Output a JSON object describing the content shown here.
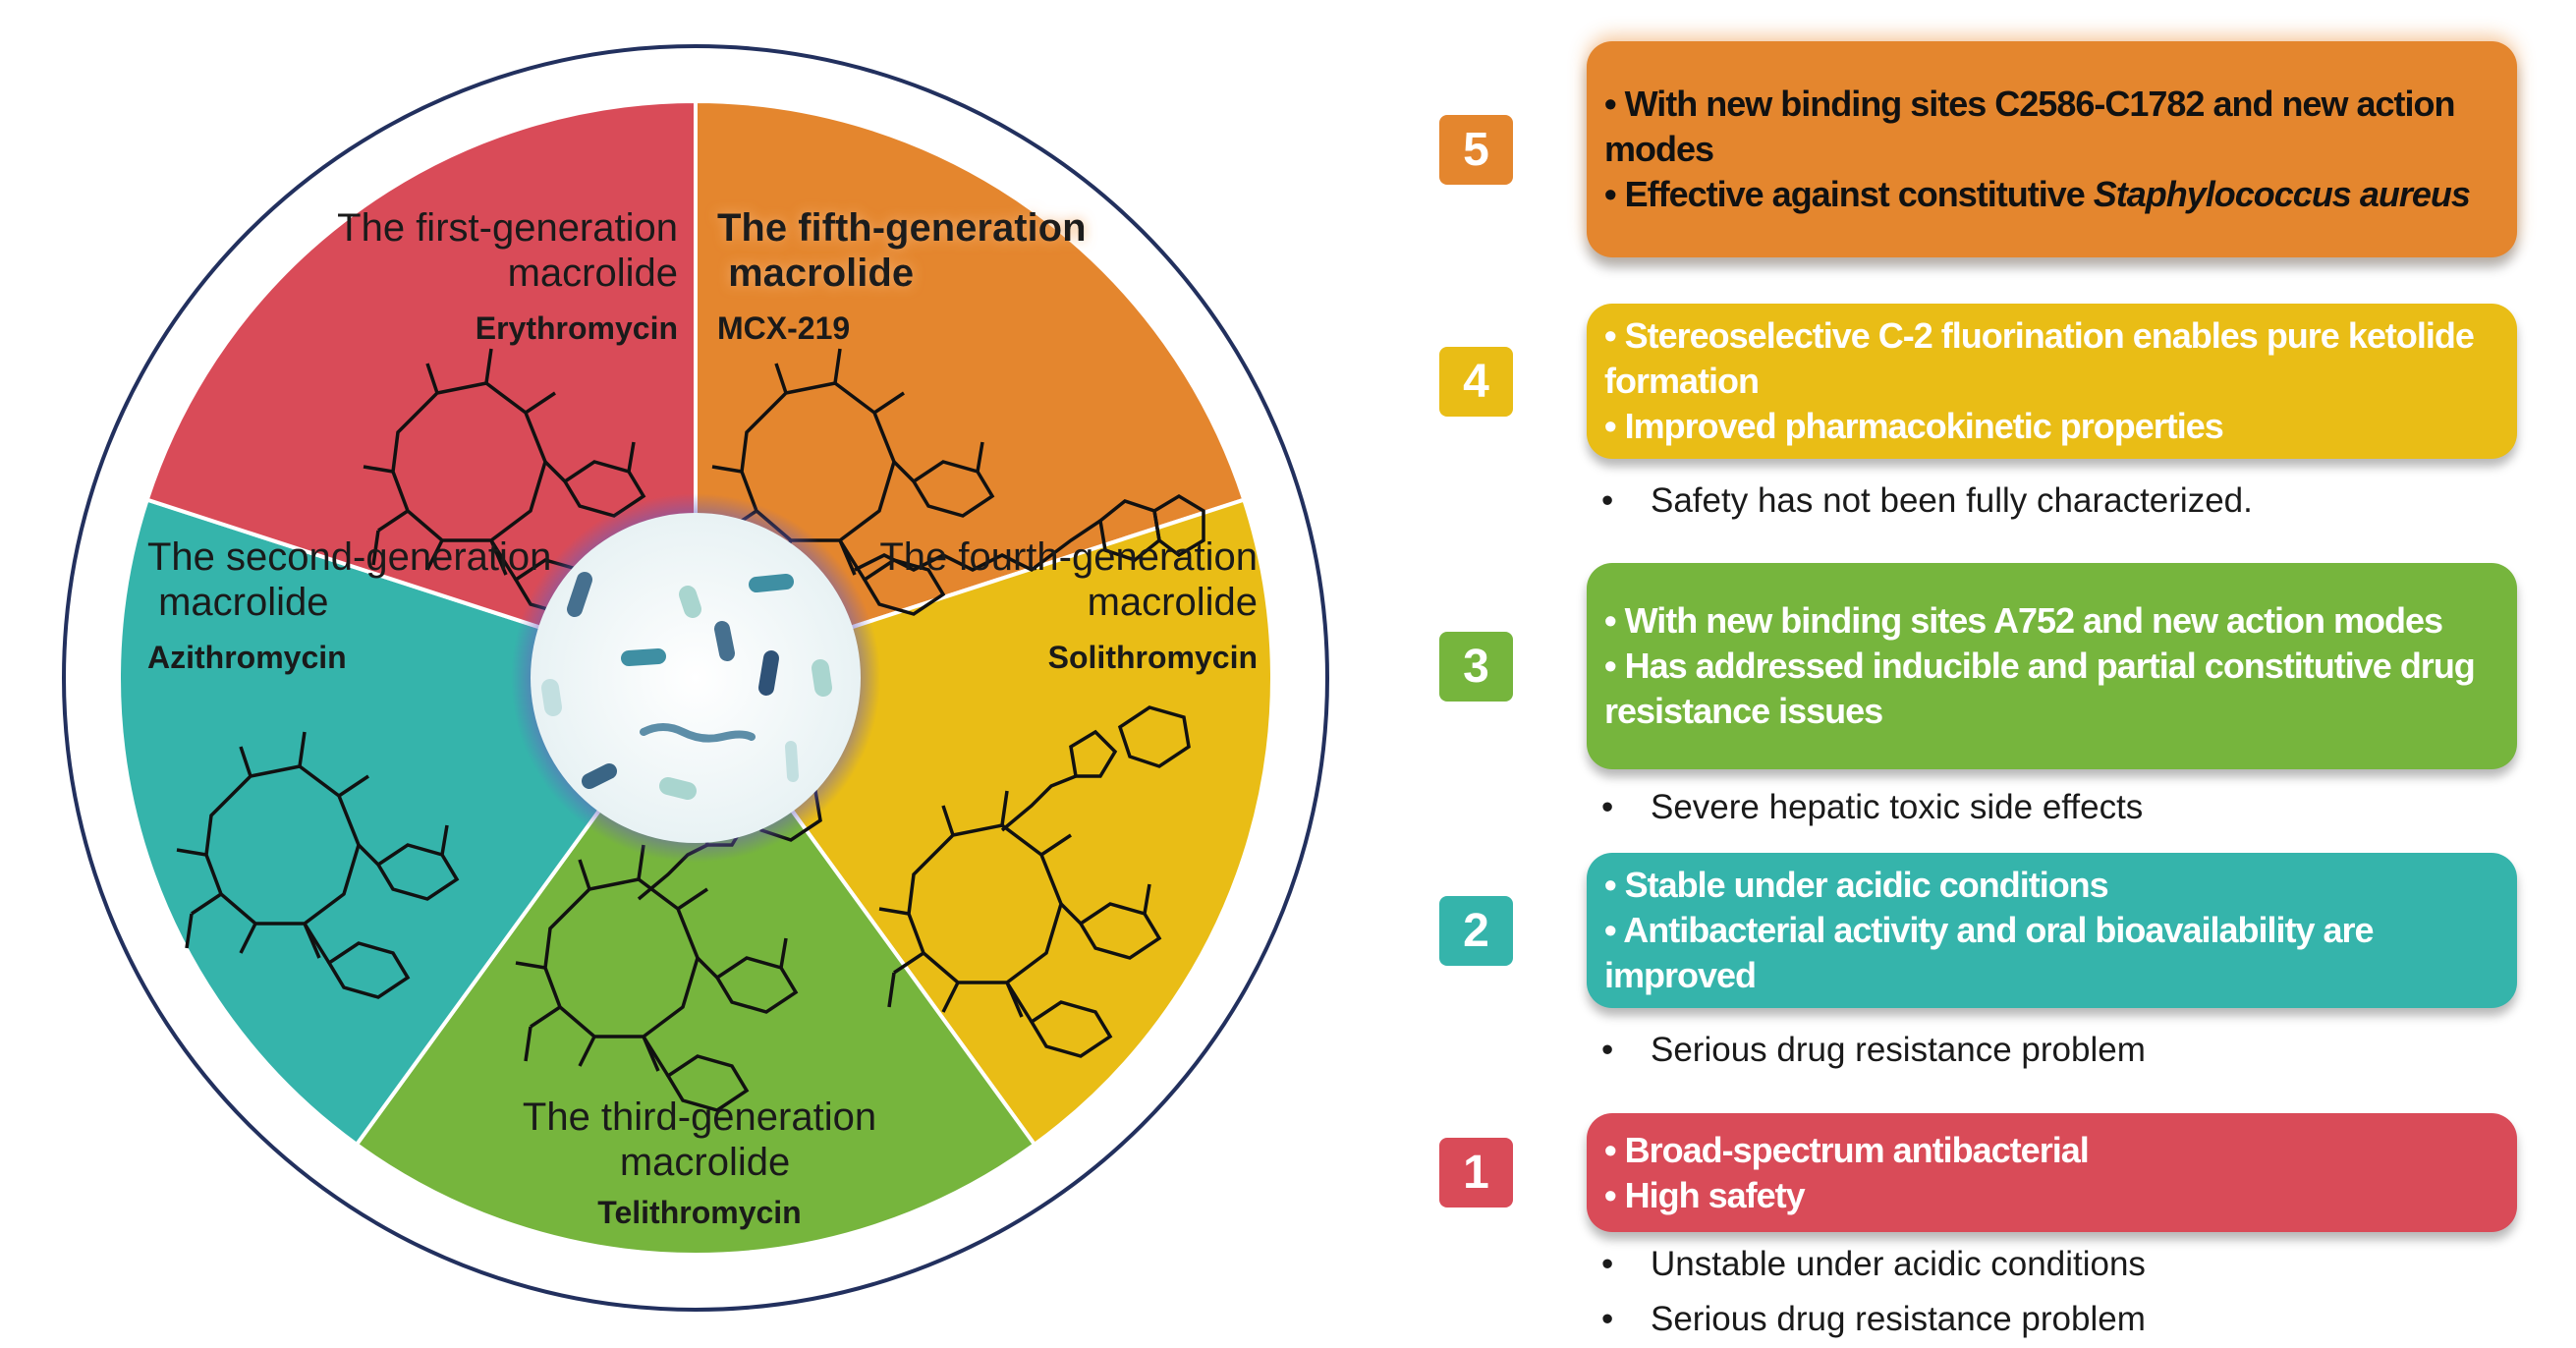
{
  "wheel": {
    "generation_labels": {
      "first": "The first-generation macrolide",
      "second": "The second-generation macrolide",
      "third": "The third-generation macrolide",
      "fourth": "The fourth-generation macrolide",
      "fifth": "The fifth-generation macrolide"
    },
    "molecules": {
      "first": "Erythromycin",
      "second": "Azithromycin",
      "third": "Telithromycin",
      "fourth": "Solithromycin",
      "fifth": "MCX-219"
    },
    "colors": {
      "first": "#d94b58",
      "second": "#35b4ab",
      "third": "#76b53d",
      "fourth": "#e9bd16",
      "fifth": "#e4862e"
    },
    "center_image": "bacteria-illustration"
  },
  "generations": [
    {
      "number": "5",
      "color": "#e4862e",
      "advantages": [
        {
          "text": "• With new binding sites C2586-C1782 and new action modes"
        },
        {
          "text": "• Effective against constitutive ",
          "italic": "Staphylococcus aureus"
        }
      ],
      "drawbacks": []
    },
    {
      "number": "4",
      "color": "#e9bd16",
      "advantages": [
        {
          "text": "• Stereoselective C-2 fluorination enables pure ketolide formation"
        },
        {
          "text": "• Improved pharmacokinetic properties"
        }
      ],
      "drawbacks": [
        "Safety has not been fully characterized."
      ]
    },
    {
      "number": "3",
      "color": "#76b53d",
      "advantages": [
        {
          "text": "• With new binding sites A752 and new action modes"
        },
        {
          "text": "• Has addressed inducible and partial constitutive drug resistance issues"
        }
      ],
      "drawbacks": [
        "Severe hepatic toxic side effects"
      ]
    },
    {
      "number": "2",
      "color": "#35b4ab",
      "advantages": [
        {
          "text": "• Stable under acidic conditions"
        },
        {
          "text": "• Antibacterial activity and oral bioavailability are improved"
        }
      ],
      "drawbacks": [
        "Serious drug resistance problem"
      ]
    },
    {
      "number": "1",
      "color": "#d94b58",
      "advantages": [
        {
          "text": "• Broad-spectrum antibacterial"
        },
        {
          "text": "• High safety"
        }
      ],
      "drawbacks": [
        "Unstable under acidic conditions",
        "Serious drug resistance problem"
      ]
    }
  ],
  "bullet": "•"
}
